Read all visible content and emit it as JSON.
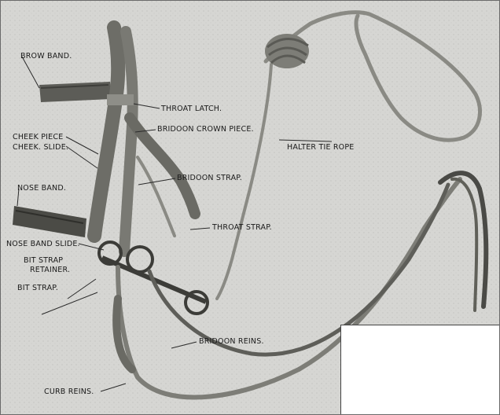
{
  "labels": {
    "brow_band": "BROW BAND.",
    "throat_latch": "THROAT LATCH.",
    "bridoon_crown_piece": "BRIDOON CROWN PIECE.",
    "cheek_piece": "CHEEK PIECE",
    "cheek_slide": "CHEEK. SLIDE.",
    "bridoon_strap": "BRIDOON STRAP.",
    "halter_tie_rope": "HALTER TIE ROPE",
    "nose_band": "NOSE BAND.",
    "throat_strap": "THROAT STRAP.",
    "nose_band_slide": "NOSE BAND SLIDE.",
    "bit_strap_retainer_1": "BIT STRAP",
    "bit_strap_retainer_2": "RETAINER.",
    "bit_strap": "BIT STRAP.",
    "bridoon_reins": "BRIDOON REINS.",
    "curb_reins": "CURB REINS."
  }
}
